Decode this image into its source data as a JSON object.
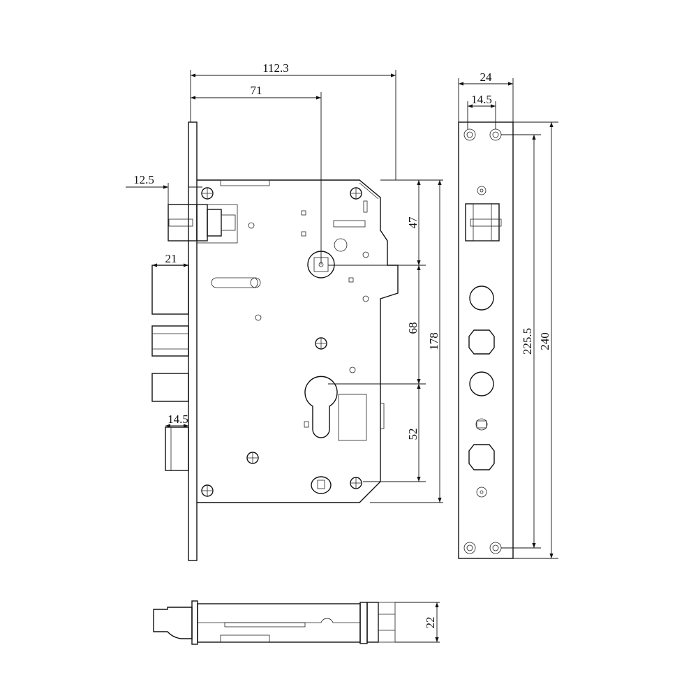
{
  "dimensions": {
    "overall_width": "112.3",
    "backset": "71",
    "latch_projection": "12.5",
    "deadbolt_projection": "21",
    "bottom_latch_projection": "14.5",
    "spindle_to_top": "47",
    "spindle_to_cylinder": "68",
    "body_height": "178",
    "cylinder_to_bottom": "52",
    "faceplate_width": "24",
    "faceplate_hole_offset": "14.5",
    "hole_spacing": "225.5",
    "faceplate_length": "240",
    "body_thickness": "22"
  }
}
